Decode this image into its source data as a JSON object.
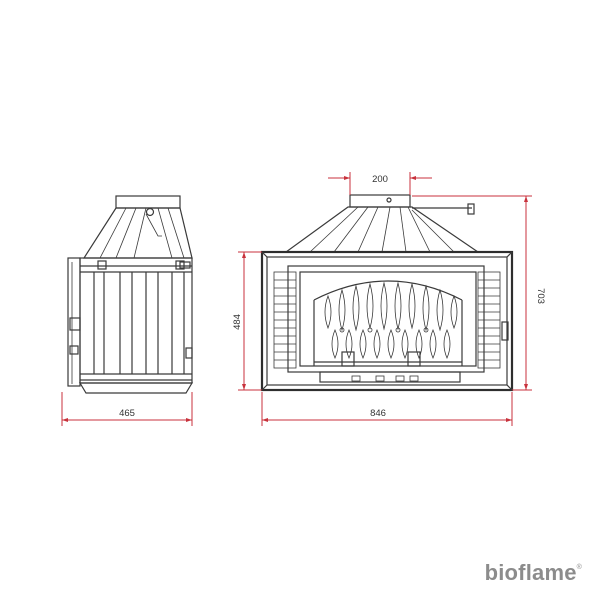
{
  "dimensions": {
    "side_depth": "465",
    "front_width": "846",
    "front_height": "484",
    "total_height": "703",
    "flue_diameter": "200"
  },
  "brand": {
    "name": "bioflame",
    "mark": "®"
  },
  "colors": {
    "line": "#3a3a3a",
    "dimension": "#c8323c",
    "brand": "#8c8c8c"
  }
}
